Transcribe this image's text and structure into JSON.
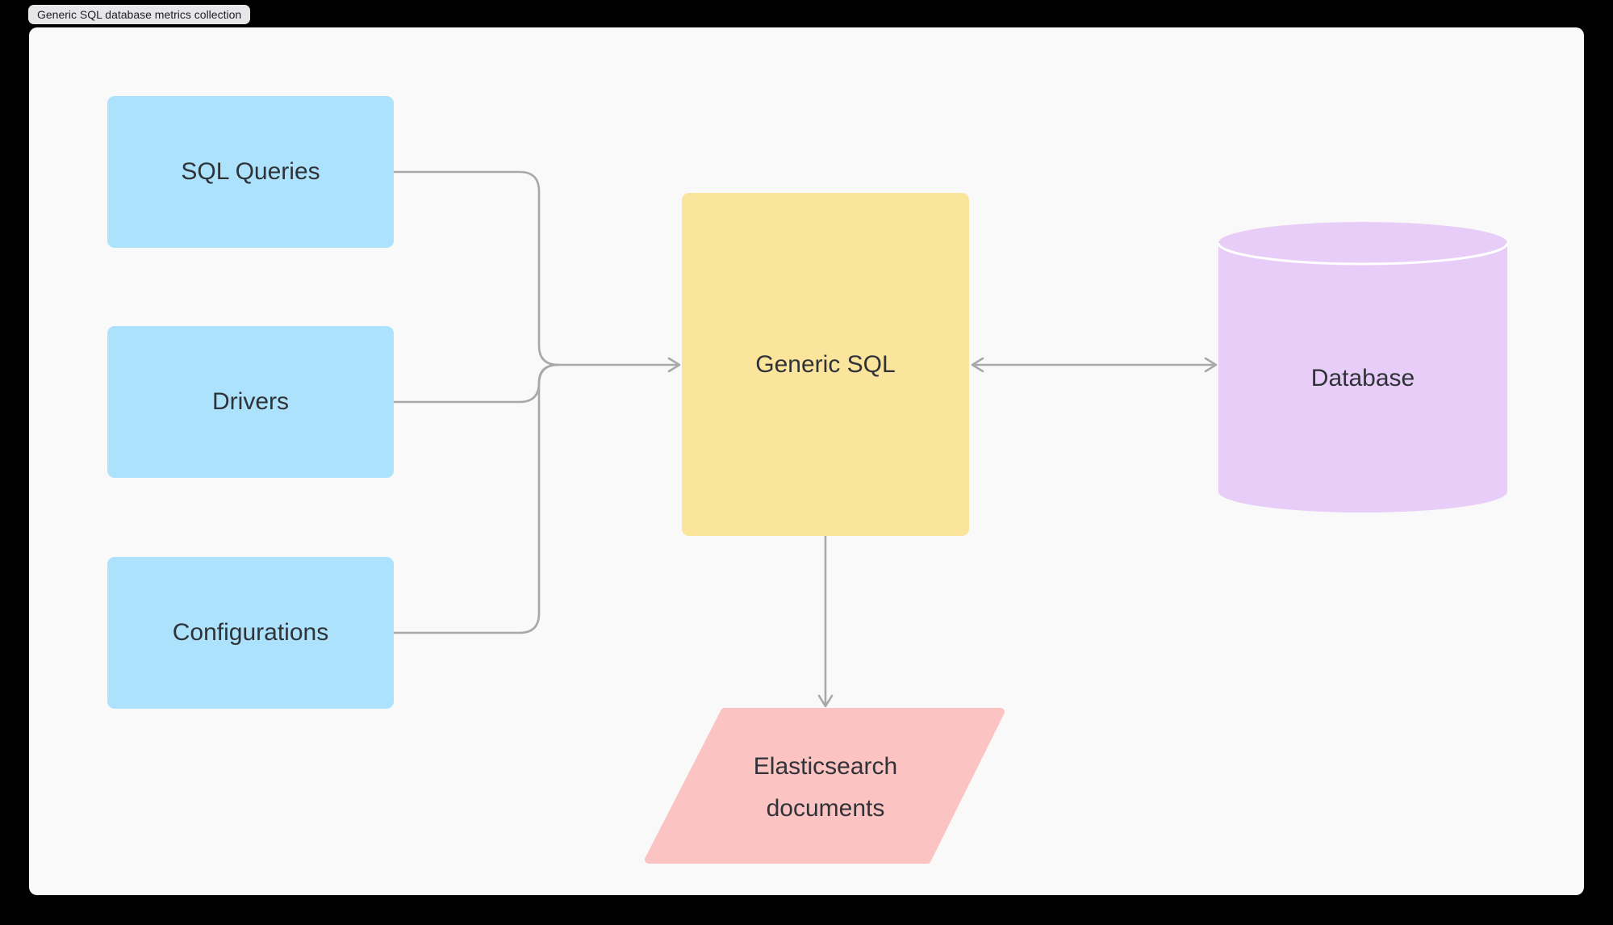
{
  "window": {
    "tab_label": "Generic SQL database metrics collection"
  },
  "diagram": {
    "nodes": [
      {
        "id": "sql-queries",
        "shape": "rectangle",
        "label": "SQL Queries",
        "fill": "#ade2fc"
      },
      {
        "id": "drivers",
        "shape": "rectangle",
        "label": "Drivers",
        "fill": "#ade2fc"
      },
      {
        "id": "configurations",
        "shape": "rectangle",
        "label": "Configurations",
        "fill": "#ade2fc"
      },
      {
        "id": "generic-sql",
        "shape": "rectangle",
        "label": "Generic SQL",
        "fill": "#fbe49c"
      },
      {
        "id": "database",
        "shape": "cylinder",
        "label": "Database",
        "fill": "#e8cdf8"
      },
      {
        "id": "elasticsearch-documents",
        "shape": "parallelogram",
        "label": "Elasticsearch documents",
        "fill": "#fcc3c3"
      }
    ],
    "edges": [
      {
        "from": "sql-queries",
        "to": "generic-sql",
        "direction": "one-way"
      },
      {
        "from": "drivers",
        "to": "generic-sql",
        "direction": "one-way"
      },
      {
        "from": "configurations",
        "to": "generic-sql",
        "direction": "one-way"
      },
      {
        "from": "generic-sql",
        "to": "database",
        "direction": "two-way"
      },
      {
        "from": "generic-sql",
        "to": "elasticsearch-documents",
        "direction": "one-way"
      }
    ],
    "colors": {
      "frame": "#000000",
      "canvas_background": "#f9f9f9",
      "connector": "#a8a8a8",
      "node_text": "#2f3338",
      "blue": "#ade2fc",
      "yellow": "#fbe49c",
      "purple": "#e8cdf8",
      "pink": "#fcc3c3",
      "tab_background": "#e7e7e9"
    }
  }
}
